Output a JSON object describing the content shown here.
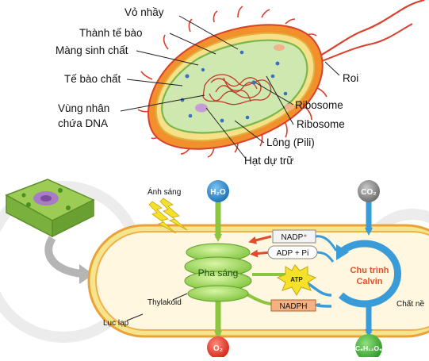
{
  "bacteria": {
    "labels": {
      "capsule": "Vỏ nhầy",
      "cell_wall": "Thành tế bào",
      "membrane": "Màng sinh chất",
      "cytoplasm": "Tế bào chất",
      "nucleoid_line1": "Vùng nhân",
      "nucleoid_line2": "chứa DNA",
      "flagellum": "Roi",
      "ribosome_1": "Ribosome",
      "ribosome_2": "Ribosome",
      "pili": "Lông (Pili)",
      "reserve": "Hạt dự trữ"
    }
  },
  "photosynthesis": {
    "labels": {
      "light": "Ánh sáng",
      "h2o": "H₂O",
      "co2": "CO₂",
      "nadp_plus": "NADP⁺",
      "adp_pi": "ADP + Pi",
      "light_phase": "Pha sáng",
      "calvin_line1": "Chu trình",
      "calvin_line2": "Calvin",
      "atp": "ATP",
      "nadph": "NADPH",
      "thylakoid": "Thylakoid",
      "chloroplast": "Lục lạp",
      "stroma": "Chất nề",
      "o2": "O₂",
      "glucose": "C₆H₁₂O₆"
    },
    "colors": {
      "green_arrow": "#8cc63f",
      "blue_arrow": "#3a9bd9",
      "red_arrow": "#e04b2b",
      "o2_circle": "#e8382a",
      "glucose_circle": "#49b83b",
      "co2_circle": "#8a8a8a",
      "h2o_circle": "#2f8fd4",
      "calvin_text": "#e0502a"
    }
  }
}
